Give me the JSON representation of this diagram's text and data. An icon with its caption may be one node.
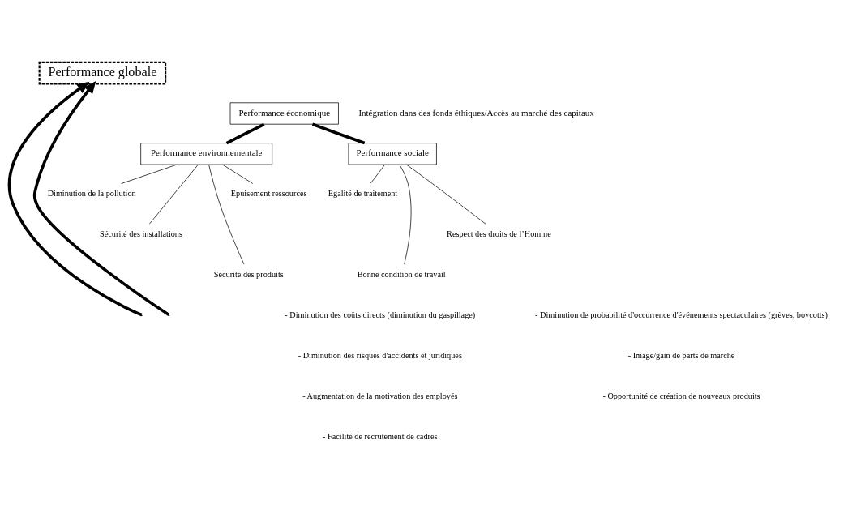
{
  "diagram": {
    "nodes": [
      {
        "text": [
          "Performance globale"
        ]
      },
      {
        "text": [
          "Performance économique"
        ]
      },
      {
        "text": [
          "Performance environnementale"
        ]
      },
      {
        "text": [
          "Performance sociale"
        ]
      },
      {
        "text": [
          "Diminution de la pollution"
        ]
      },
      {
        "text": [
          "Sécurité des installations"
        ]
      },
      {
        "text": [
          "Sécurité des produits"
        ]
      },
      {
        "text": [
          "Epuisement ressources"
        ]
      },
      {
        "text": [
          "Egalité de traitement"
        ]
      },
      {
        "text": [
          "Bonne condition de travail"
        ]
      },
      {
        "text": [
          "Respect des droits de l’Homme"
        ]
      }
    ],
    "edges": [
      {
        "from": null,
        "to": 0,
        "arrow": "to",
        "style": "thick"
      },
      {
        "from": null,
        "to": 0,
        "arrow": "to",
        "style": "thick"
      },
      {
        "from": 1,
        "to": 2,
        "arrow": "none",
        "style": "thick"
      },
      {
        "from": 1,
        "to": 3,
        "arrow": "none",
        "style": "thick"
      },
      {
        "from": 2,
        "to": 4,
        "arrow": "none"
      },
      {
        "from": 2,
        "to": 5,
        "arrow": "none"
      },
      {
        "from": 2,
        "to": 6,
        "arrow": "none"
      },
      {
        "from": 2,
        "to": 7,
        "arrow": "none"
      },
      {
        "from": 3,
        "to": 8,
        "arrow": "none"
      },
      {
        "from": 3,
        "to": 9,
        "arrow": "none"
      },
      {
        "from": 3,
        "to": 10,
        "arrow": "none"
      }
    ],
    "labels": [
      "Intégration dans des fonds éthiques/Accès au marché des capitaux",
      "- Diminution des coûts directs (diminution du gaspillage)",
      "- Diminution de probabilité d'occurrence d'événements spectaculaires (grèves, boycotts)",
      "- Diminution des risques d'accidents et juridiques",
      "- Image/gain de parts de marché",
      "- Augmentation de la motivation des employés",
      "- Opportunité de création de nouveaux produits",
      "- Facilité de recrutement de cadres"
    ]
  }
}
